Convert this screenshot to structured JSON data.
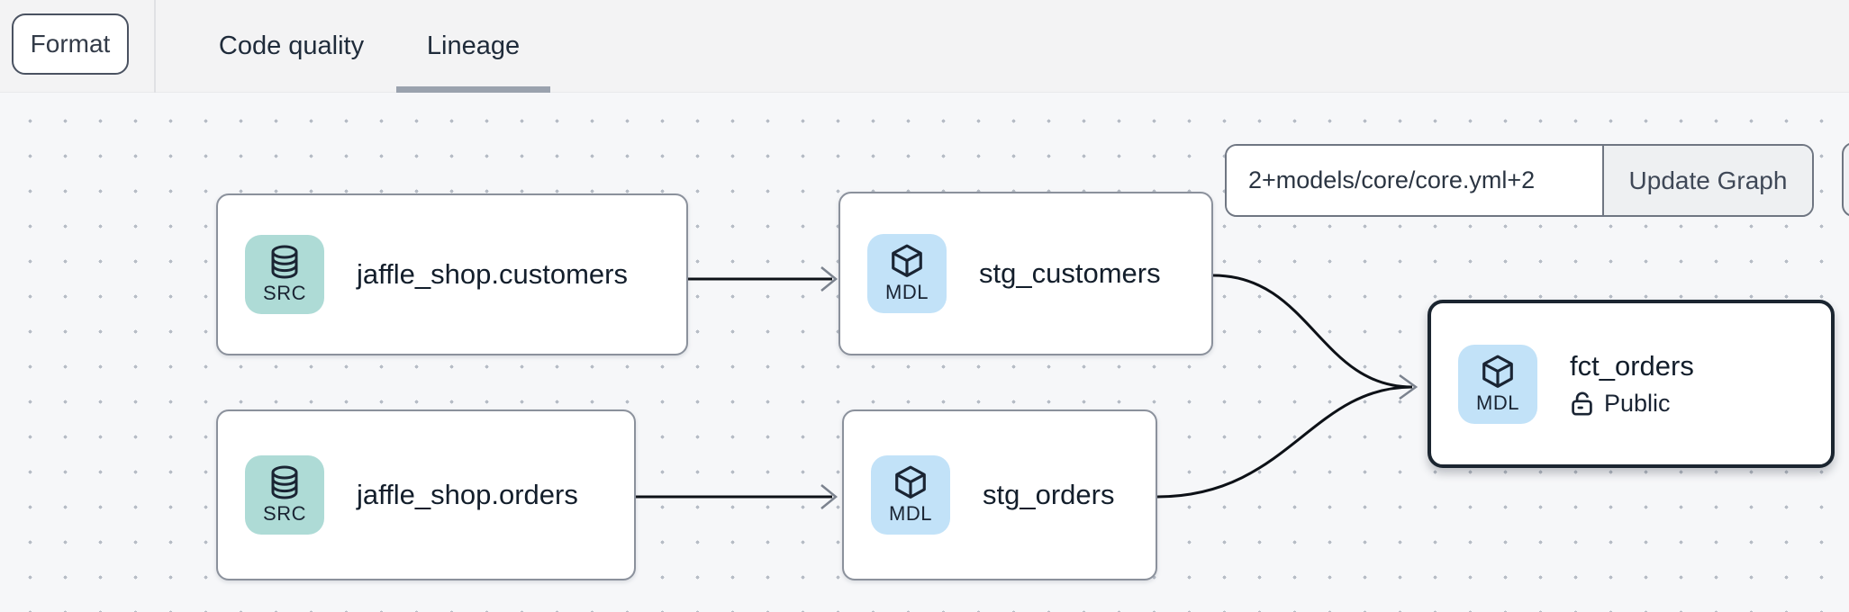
{
  "header": {
    "format_button": "Format",
    "tabs": [
      {
        "label": "Code quality",
        "active": false
      },
      {
        "label": "Lineage",
        "active": true
      }
    ]
  },
  "graph": {
    "selector_input": {
      "value": "2+models/core/core.yml+2"
    },
    "update_button": "Update Graph",
    "nodes": [
      {
        "badge": "SRC",
        "icon": "database",
        "label": "jaffle_shop.customers"
      },
      {
        "badge": "MDL",
        "icon": "cube",
        "label": "stg_customers"
      },
      {
        "badge": "SRC",
        "icon": "database",
        "label": "jaffle_shop.orders"
      },
      {
        "badge": "MDL",
        "icon": "cube",
        "label": "stg_orders"
      },
      {
        "badge": "MDL",
        "icon": "cube",
        "label": "fct_orders",
        "access": "Public",
        "selected": true
      }
    ],
    "edges": [
      {
        "from": "jaffle_shop.customers",
        "to": "stg_customers"
      },
      {
        "from": "jaffle_shop.orders",
        "to": "stg_orders"
      },
      {
        "from": "stg_customers",
        "to": "fct_orders"
      },
      {
        "from": "stg_orders",
        "to": "fct_orders"
      }
    ],
    "colors": {
      "src_badge_bg": "#aedbd6",
      "mdl_badge_bg": "#c2e2f8",
      "node_border": "#8b919c",
      "selected_node_border": "#1b2530",
      "edge": "#0d1117",
      "arrowhead": "#7b828e",
      "tab_underline": "#9aa2ae"
    }
  }
}
